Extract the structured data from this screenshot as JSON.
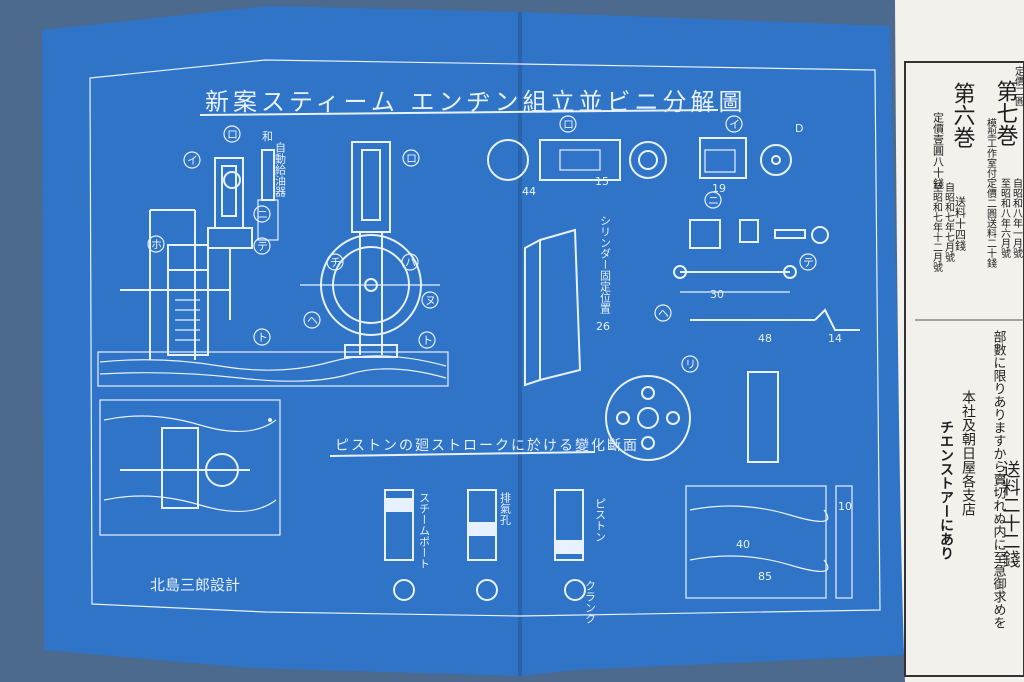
{
  "blueprint": {
    "title": "新案スティーム エンヂン組立並ビニ分解圖",
    "subtitle": "ピストンの廻ストロークに於ける變化斷面",
    "designer": "北島三郎設計",
    "labels": {
      "ro": "ロ",
      "wa": "和",
      "ni": "ニ",
      "ho": "ホ",
      "i": "イ",
      "ha": "ハ",
      "to": "ト",
      "chi": "チ",
      "nu": "ヌ",
      "he": "ヘ",
      "ri": "リ",
      "te": "テ",
      "d": "D",
      "jiku": "自動給油器",
      "cyl_label": "シリンダー固定位置",
      "steam_port": "スチームポート",
      "exhaust": "排氣孔",
      "piston": "ピストン",
      "crank": "クランク"
    },
    "dims": {
      "d44": "44",
      "d15": "15",
      "d19": "19",
      "d30": "30",
      "d48": "48",
      "d14": "14",
      "d26": "26",
      "d85": "85",
      "d40": "40",
      "d10": "10"
    }
  },
  "page": {
    "vol7": "第七巻",
    "vol6": "第六巻",
    "price1": "定價壹圓八十錢",
    "ship1": "送料十四錢",
    "vol7_sub": "模型工作室付定價二圓送料二十錢",
    "date1": "自昭和八年一月號",
    "date2": "至昭和八年六月號",
    "date3": "自昭和七年七月號",
    "date4": "至昭和七年十二月號",
    "notice": "部數に限りありますから賣切れぬ内に至急御求めを",
    "store1": "本社及朝日屋各支店",
    "store2": "チエンストアーにあり",
    "ship2": "送料二十二錢",
    "head_top": "定價二圓"
  }
}
